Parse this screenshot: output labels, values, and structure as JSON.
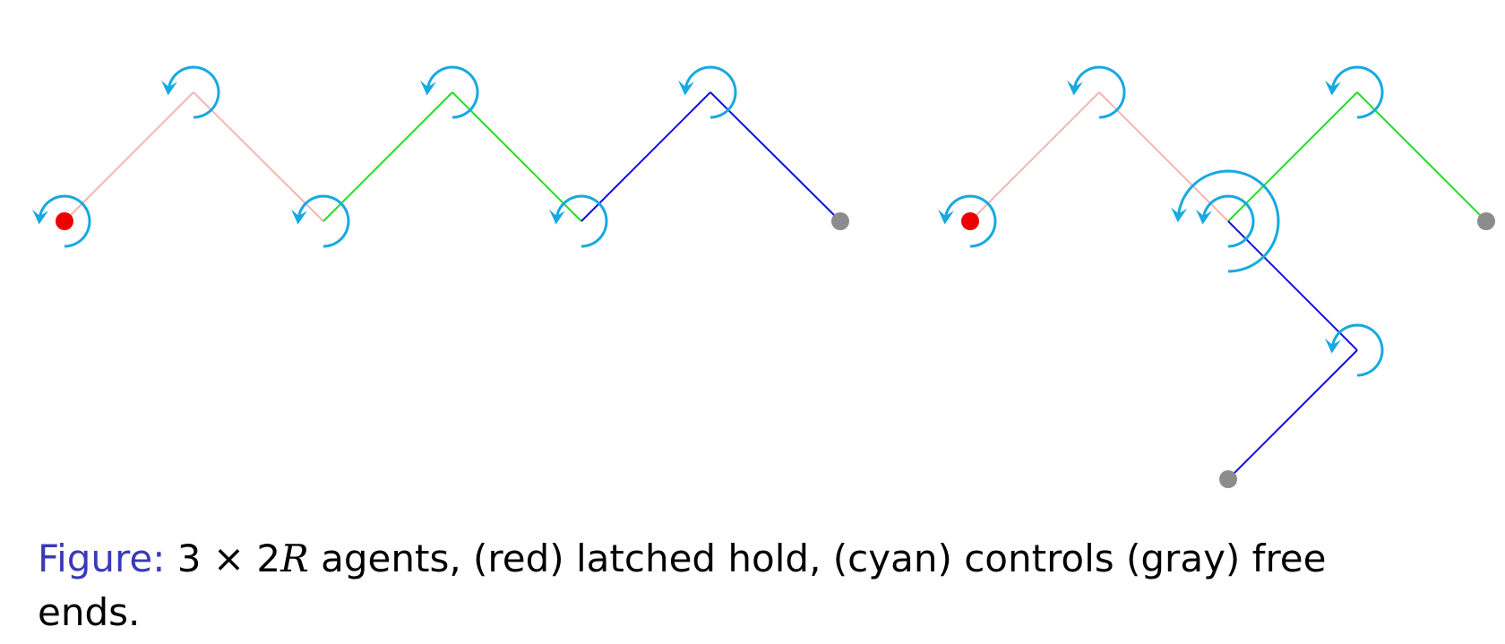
{
  "caption": {
    "label": "Figure:",
    "count": "3",
    "times": "×",
    "two": "2",
    "R": "R",
    "rest": " agents, (red) latched hold, (cyan) controls (gray) free ends."
  },
  "colors": {
    "link_first": "#f5b5b2",
    "link_second": "#22dd22",
    "link_third": "#1111dd",
    "latched_hold": "#ee0000",
    "control": "#17a9e1",
    "free_end": "#8c8c8c"
  },
  "configurations": [
    {
      "name": "straight-chain",
      "links": [
        "link_first",
        "link_first",
        "link_second",
        "link_second",
        "link_third",
        "link_third"
      ],
      "icons": [
        "control-arrow-icon",
        "latched-hold-icon",
        "free-end-icon"
      ]
    },
    {
      "name": "folded-chain",
      "links": [
        "link_first",
        "link_first",
        "link_second",
        "link_second",
        "link_third",
        "link_third"
      ],
      "icons": [
        "control-arrow-icon",
        "latched-hold-icon",
        "free-end-icon"
      ]
    }
  ]
}
